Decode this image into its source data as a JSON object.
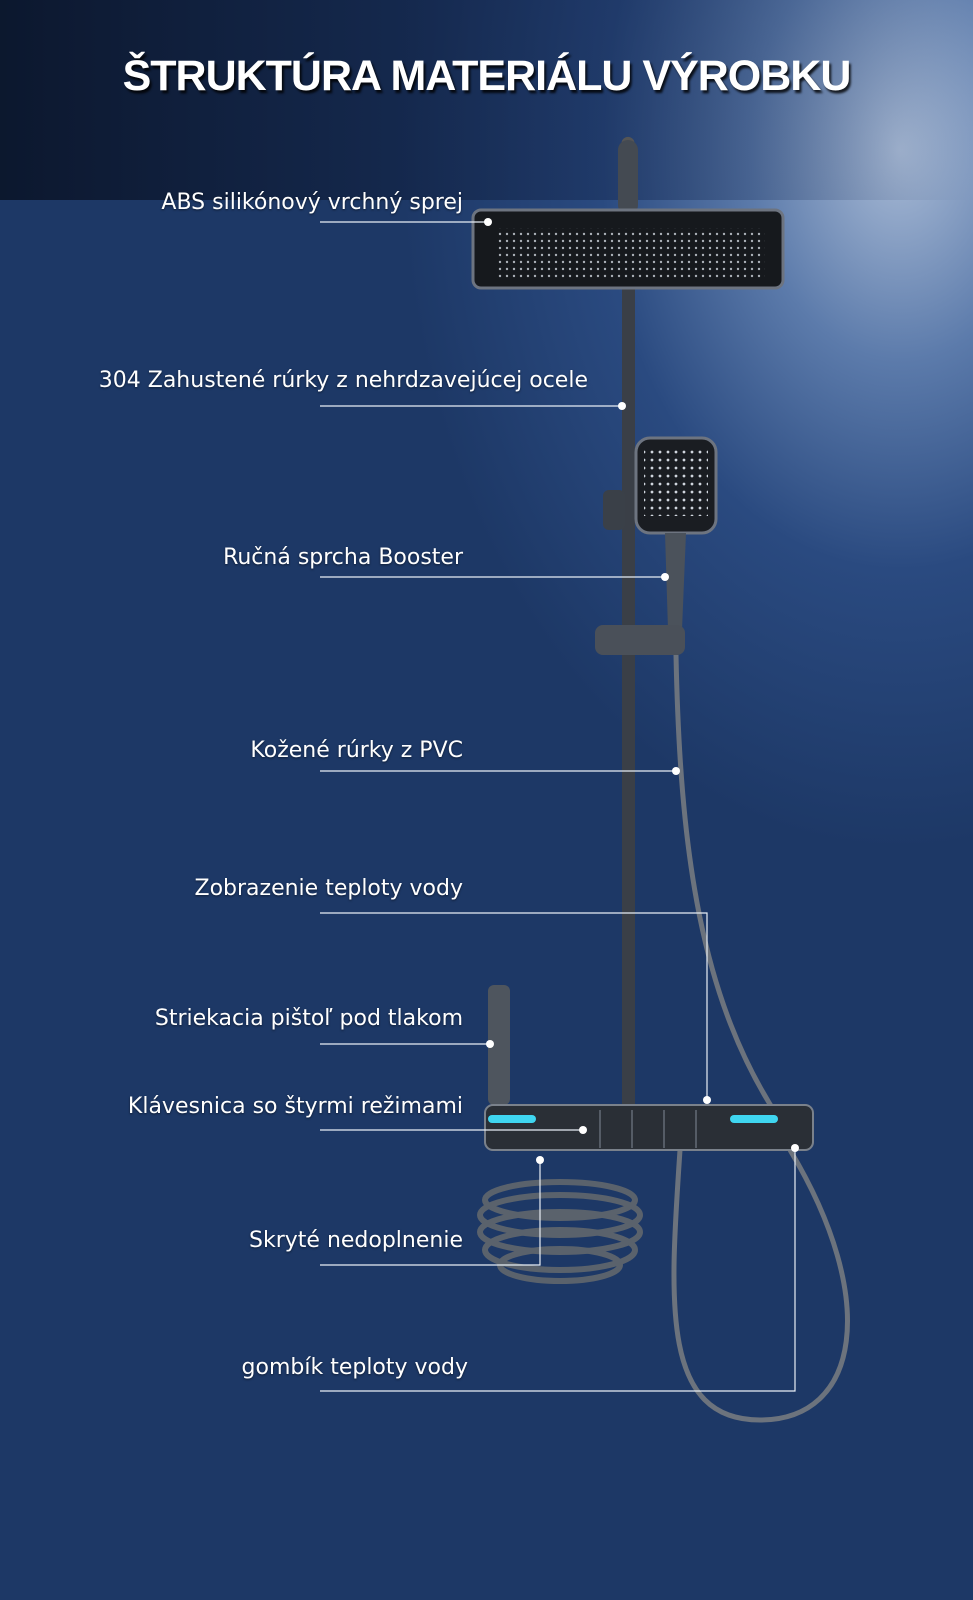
{
  "title": "ŠTRUKTÚRA MATERIÁLU VÝROBKU",
  "labels": [
    "ABS silikónový vrchný sprej",
    "304 Zahustené rúrky z nehrdzavejúcej ocele",
    "Ručná sprcha Booster",
    "Kožené rúrky z PVC",
    "Zobrazenie teploty vody",
    "Striekacia pištoľ pod tlakom",
    "Klávesnica so štyrmi režimami",
    "Skryté nedoplnenie",
    "gombík teploty vody"
  ],
  "colors": {
    "accent": "#3fd6f0",
    "background": "#1d3866"
  }
}
